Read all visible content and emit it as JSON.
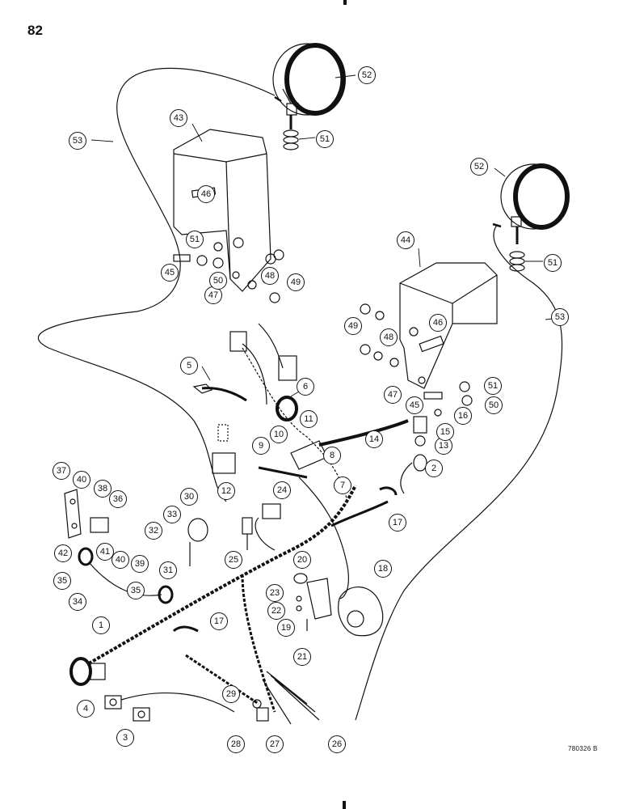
{
  "page_number": "82",
  "figure_code": "780326 B",
  "callouts": [
    "1",
    "2",
    "3",
    "4",
    "5",
    "6",
    "7",
    "8",
    "9",
    "10",
    "11",
    "12",
    "13",
    "14",
    "15",
    "16",
    "17",
    "18",
    "19",
    "20",
    "21",
    "22",
    "23",
    "24",
    "25",
    "26",
    "27",
    "28",
    "29",
    "30",
    "31",
    "32",
    "33",
    "34",
    "35",
    "36",
    "37",
    "38",
    "39",
    "40",
    "41",
    "42",
    "43",
    "44",
    "45",
    "46",
    "47",
    "48",
    "49",
    "50",
    "51",
    "52",
    "53"
  ]
}
